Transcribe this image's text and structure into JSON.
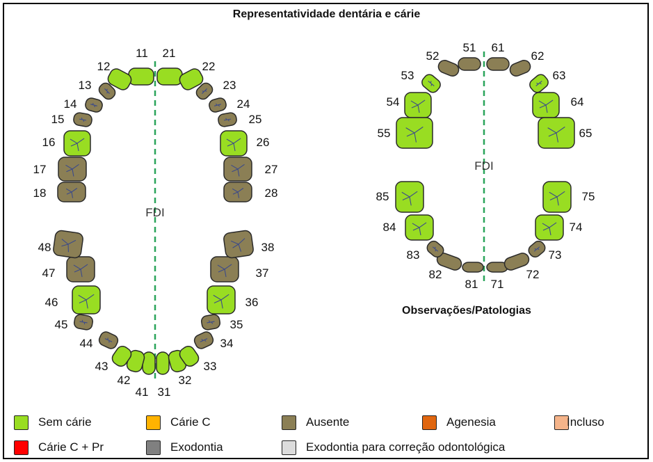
{
  "title": "Representatividade dentária e cárie",
  "observations_title": "Observações/Patologias",
  "fdi_label": "FDI",
  "colors": {
    "sem_carie": "#99dd22",
    "ausente": "#8b7f55",
    "outline": "#2a2a2a",
    "fissure": "#3b4a8a",
    "midline": "#2aa45a"
  },
  "permanent_teeth": [
    {
      "number": "11",
      "status": "sem_carie"
    },
    {
      "number": "12",
      "status": "sem_carie"
    },
    {
      "number": "13",
      "status": "ausente"
    },
    {
      "number": "14",
      "status": "ausente"
    },
    {
      "number": "15",
      "status": "ausente"
    },
    {
      "number": "16",
      "status": "sem_carie"
    },
    {
      "number": "17",
      "status": "ausente"
    },
    {
      "number": "18",
      "status": "ausente"
    },
    {
      "number": "21",
      "status": "sem_carie"
    },
    {
      "number": "22",
      "status": "sem_carie"
    },
    {
      "number": "23",
      "status": "ausente"
    },
    {
      "number": "24",
      "status": "ausente"
    },
    {
      "number": "25",
      "status": "ausente"
    },
    {
      "number": "26",
      "status": "sem_carie"
    },
    {
      "number": "27",
      "status": "ausente"
    },
    {
      "number": "28",
      "status": "ausente"
    },
    {
      "number": "31",
      "status": "sem_carie"
    },
    {
      "number": "32",
      "status": "sem_carie"
    },
    {
      "number": "33",
      "status": "sem_carie"
    },
    {
      "number": "34",
      "status": "ausente"
    },
    {
      "number": "35",
      "status": "ausente"
    },
    {
      "number": "36",
      "status": "sem_carie"
    },
    {
      "number": "37",
      "status": "ausente"
    },
    {
      "number": "38",
      "status": "ausente"
    },
    {
      "number": "41",
      "status": "sem_carie"
    },
    {
      "number": "42",
      "status": "sem_carie"
    },
    {
      "number": "43",
      "status": "sem_carie"
    },
    {
      "number": "44",
      "status": "ausente"
    },
    {
      "number": "45",
      "status": "ausente"
    },
    {
      "number": "46",
      "status": "sem_carie"
    },
    {
      "number": "47",
      "status": "ausente"
    },
    {
      "number": "48",
      "status": "ausente"
    }
  ],
  "primary_teeth": [
    {
      "number": "51",
      "status": "ausente"
    },
    {
      "number": "52",
      "status": "ausente"
    },
    {
      "number": "53",
      "status": "sem_carie"
    },
    {
      "number": "54",
      "status": "sem_carie"
    },
    {
      "number": "55",
      "status": "sem_carie"
    },
    {
      "number": "61",
      "status": "ausente"
    },
    {
      "number": "62",
      "status": "ausente"
    },
    {
      "number": "63",
      "status": "sem_carie"
    },
    {
      "number": "64",
      "status": "sem_carie"
    },
    {
      "number": "65",
      "status": "sem_carie"
    },
    {
      "number": "71",
      "status": "ausente"
    },
    {
      "number": "72",
      "status": "ausente"
    },
    {
      "number": "73",
      "status": "ausente"
    },
    {
      "number": "74",
      "status": "sem_carie"
    },
    {
      "number": "75",
      "status": "sem_carie"
    },
    {
      "number": "81",
      "status": "ausente"
    },
    {
      "number": "82",
      "status": "ausente"
    },
    {
      "number": "83",
      "status": "ausente"
    },
    {
      "number": "84",
      "status": "sem_carie"
    },
    {
      "number": "85",
      "status": "sem_carie"
    }
  ],
  "legend": [
    {
      "label": "Sem cárie",
      "color": "#99dd22"
    },
    {
      "label": "Cárie C",
      "color": "#ffb300"
    },
    {
      "label": "Ausente",
      "color": "#8b7f55"
    },
    {
      "label": "Agenesia",
      "color": "#e0660f"
    },
    {
      "label": "Incluso",
      "color": "#f5b48a"
    },
    {
      "label": "Cárie C + Pr",
      "color": "#ff0000"
    },
    {
      "label": "Exodontia",
      "color": "#808080"
    },
    {
      "label": "Exodontia para correção odontológica",
      "color": "#dcdcdc"
    }
  ]
}
